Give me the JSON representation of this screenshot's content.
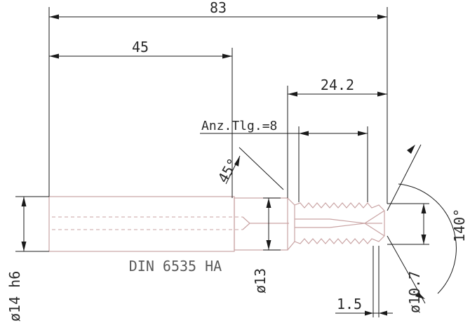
{
  "drawing": {
    "dimensions": {
      "overall_length": "83",
      "shank_length": "45",
      "thread_length": "24.2",
      "pitch": "1.5",
      "chamfer_angle": "45°",
      "point_angle": "140°",
      "shank_diameter": "ø14 h6",
      "neck_diameter": "ø13",
      "tip_diameter": "ø10.7"
    },
    "annotations": {
      "teeth_count": "Anz.Tlg.=8",
      "standard": "DIN 6535 HA"
    }
  }
}
